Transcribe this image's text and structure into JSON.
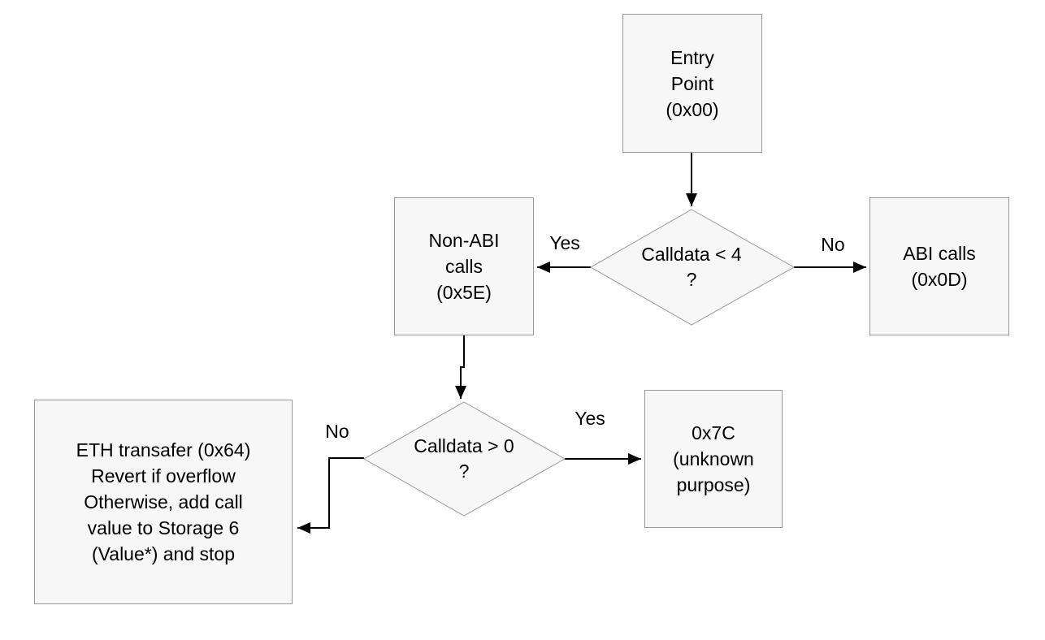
{
  "diagram": {
    "type": "flowchart",
    "background": "#ffffff",
    "colors": {
      "node_fill": "#f7f7f7",
      "node_border": "#999999",
      "connector": "#000000",
      "text": "#000000"
    },
    "nodes": {
      "entry_point": {
        "shape": "rect",
        "label": "Entry\nPoint\n(0x00)"
      },
      "decision_calldata_lt_4": {
        "shape": "diamond",
        "label": "Calldata < 4\n?"
      },
      "non_abi_calls": {
        "shape": "rect",
        "label": "Non-ABI\ncalls\n(0x5E)"
      },
      "abi_calls": {
        "shape": "rect",
        "label": "ABI calls\n(0x0D)"
      },
      "decision_calldata_gt_0": {
        "shape": "diamond",
        "label": "Calldata > 0\n?"
      },
      "unknown_purpose": {
        "shape": "rect",
        "label": "0x7C\n(unknown\npurpose)"
      },
      "eth_transfer": {
        "shape": "rect",
        "label": "ETH transafer (0x64)\nRevert if overflow\nOtherwise, add call\nvalue to Storage 6\n(Value*) and stop"
      }
    },
    "edge_labels": {
      "calldata_lt_4_yes": "Yes",
      "calldata_lt_4_no": "No",
      "calldata_gt_0_yes": "Yes",
      "calldata_gt_0_no": "No"
    },
    "edges": {
      "entry_to_decision1": {
        "from": "entry_point",
        "to": "decision_calldata_lt_4"
      },
      "decision1_yes_to_nonabi": {
        "from": "decision_calldata_lt_4",
        "to": "non_abi_calls"
      },
      "decision1_no_to_abi": {
        "from": "decision_calldata_lt_4",
        "to": "abi_calls"
      },
      "nonabi_to_decision2": {
        "from": "non_abi_calls",
        "to": "decision_calldata_gt_0"
      },
      "decision2_yes_to_unknown": {
        "from": "decision_calldata_gt_0",
        "to": "unknown_purpose"
      },
      "decision2_no_to_eth": {
        "from": "decision_calldata_gt_0",
        "to": "eth_transfer"
      }
    }
  }
}
